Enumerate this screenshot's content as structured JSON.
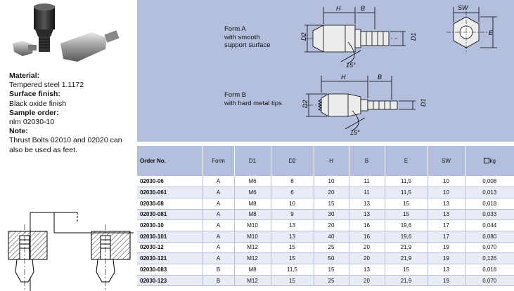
{
  "product": {
    "specs": [
      {
        "label": "Material:",
        "value": "Tempered steel 1.1172"
      },
      {
        "label": "Surface finish:",
        "value": "Black oxide finish"
      },
      {
        "label": "Sample order:",
        "value": "nlm 02030-10"
      },
      {
        "label": "Note:",
        "value": "Thrust Bolts 02010 and 02020 can also be used as feet."
      }
    ]
  },
  "diagram": {
    "form_a": "Form A\nwith smooth\nsupport surface",
    "form_b": "Form B\nwith hard metal tips",
    "dim_h": "H",
    "dim_b": "B",
    "dim_d1": "D1",
    "dim_d2": "D2",
    "dim_sw": "SW",
    "dim_e": "E",
    "angle": "15°"
  },
  "table": {
    "headers": [
      "Order No.",
      "Form",
      "D1",
      "D2",
      "H",
      "B",
      "E",
      "SW",
      "kg"
    ],
    "rows": [
      [
        "02030-06",
        "A",
        "M6",
        "8",
        "10",
        "11",
        "11,5",
        "10",
        "0,008"
      ],
      [
        "02030-061",
        "A",
        "M6",
        "6",
        "20",
        "11",
        "11,5",
        "10",
        "0,013"
      ],
      [
        "02030-08",
        "A",
        "M8",
        "10",
        "15",
        "13",
        "15",
        "13",
        "0,018"
      ],
      [
        "02030-081",
        "A",
        "M8",
        "9",
        "30",
        "13",
        "15",
        "13",
        "0,033"
      ],
      [
        "02030-10",
        "A",
        "M10",
        "13",
        "20",
        "16",
        "19,6",
        "17",
        "0,044"
      ],
      [
        "02030-101",
        "A",
        "M10",
        "13",
        "40",
        "16",
        "19,6",
        "17",
        "0,080"
      ],
      [
        "02030-12",
        "A",
        "M12",
        "15",
        "25",
        "20",
        "21,9",
        "19",
        "0,070"
      ],
      [
        "02030-121",
        "A",
        "M12",
        "15",
        "50",
        "20",
        "21,9",
        "19",
        "0,126"
      ],
      [
        "02030-083",
        "B",
        "M8",
        "11,5",
        "15",
        "13",
        "15",
        "13",
        "0,018"
      ],
      [
        "02030-123",
        "B",
        "M12",
        "15",
        "25",
        "20",
        "21,9",
        "19",
        "0,070"
      ]
    ]
  }
}
